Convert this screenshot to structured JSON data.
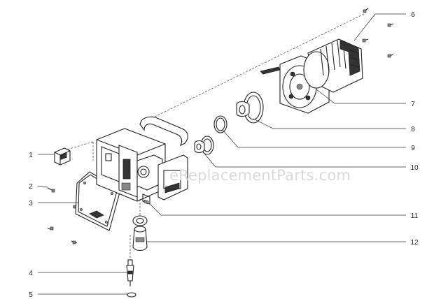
{
  "diagram": {
    "watermark": "eReplacementParts.com",
    "callouts": [
      "1",
      "2",
      "3",
      "4",
      "5",
      "6",
      "7",
      "8",
      "9",
      "10",
      "11",
      "12"
    ]
  }
}
